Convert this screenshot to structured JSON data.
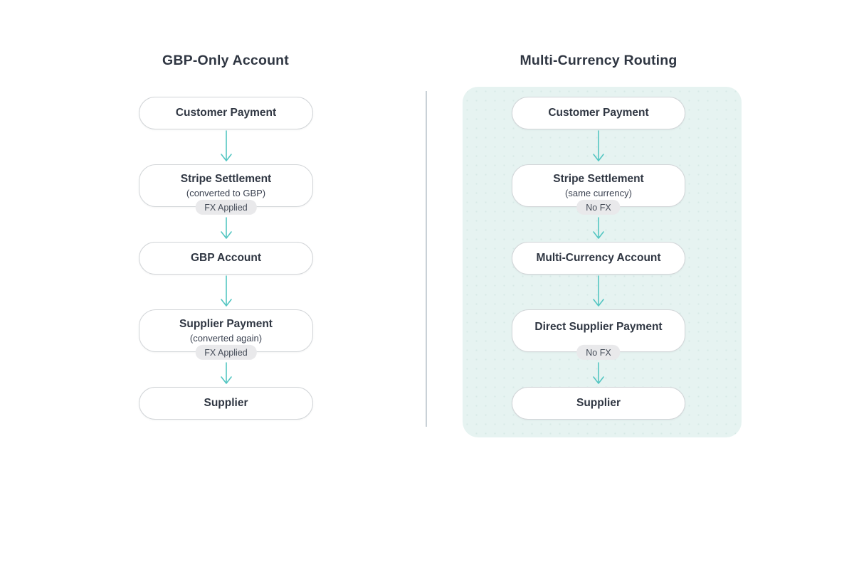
{
  "diagram": {
    "columns": [
      {
        "title": "GBP-Only Account",
        "highlighted": false,
        "steps": [
          {
            "label": "Customer Payment"
          },
          {
            "label": "Stripe Settlement",
            "sublabel": "(converted to GBP)",
            "badge": "FX Applied"
          },
          {
            "label": "GBP Account"
          },
          {
            "label": "Supplier Payment",
            "sublabel": "(converted again)",
            "badge": "FX Applied"
          },
          {
            "label": "Supplier"
          }
        ]
      },
      {
        "title": "Multi-Currency Routing",
        "highlighted": true,
        "steps": [
          {
            "label": "Customer Payment"
          },
          {
            "label": "Stripe Settlement",
            "sublabel": "(same currency)",
            "badge": "No FX"
          },
          {
            "label": "Multi-Currency Account"
          },
          {
            "label": "Direct Supplier Payment",
            "badge": "No FX"
          },
          {
            "label": "Supplier"
          }
        ]
      }
    ],
    "colors": {
      "arrow": "#54c6c2",
      "panel_background": "#e6f3f1",
      "box_border": "#d2d5d8",
      "badge_background": "#e9e9eb",
      "title_text": "#2f3642",
      "divider": "#c9d1d7"
    }
  }
}
